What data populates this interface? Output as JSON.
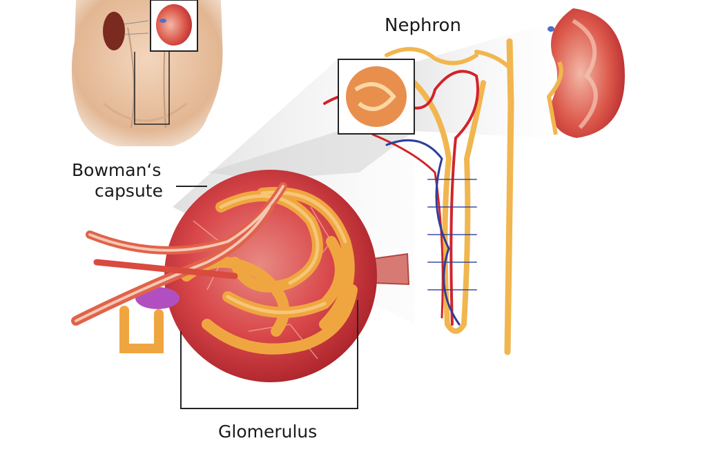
{
  "labels": {
    "nephron": "Nephron",
    "bowmans_line1": "Bowman‘s",
    "bowmans_line2": "capsute",
    "glomerulus": "Glomerulus"
  },
  "colors": {
    "tubule_orange": "#f0a640",
    "tubule_light": "#f8cf85",
    "artery_red": "#d2232a",
    "vein_blue": "#2d3e9c",
    "tissue_red": "#c9353a",
    "skin": "#e7bf9c",
    "collecting_duct": "#f1b64f",
    "purple_tissue": "#b24fc0"
  },
  "icons": [
    "torso-figure",
    "kidney-cross-section",
    "nephron-tubule",
    "glomerulus-sphere"
  ]
}
